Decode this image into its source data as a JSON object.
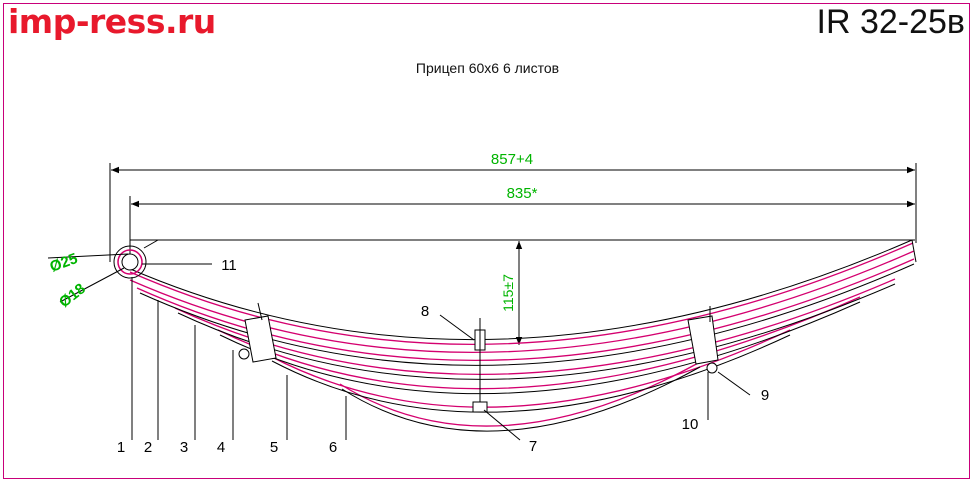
{
  "header": {
    "brand": "imp-ress.ru",
    "part_code": "IR 32-25в",
    "title": "Прицеп 60х6 6 листов"
  },
  "dimensions": {
    "overall_length": "857+4",
    "center_distance": "835*",
    "arc_height": "115±7",
    "eye_outer_diameter": "Ø25",
    "eye_inner_diameter": "Ø18"
  },
  "callouts": [
    "1",
    "2",
    "3",
    "4",
    "5",
    "6",
    "7",
    "8",
    "9",
    "10",
    "11"
  ],
  "colors": {
    "brand": "#e8192c",
    "leaf": "#d4006f",
    "dimension": "#00b400",
    "frame": "#c8007a",
    "line": "#000000"
  }
}
